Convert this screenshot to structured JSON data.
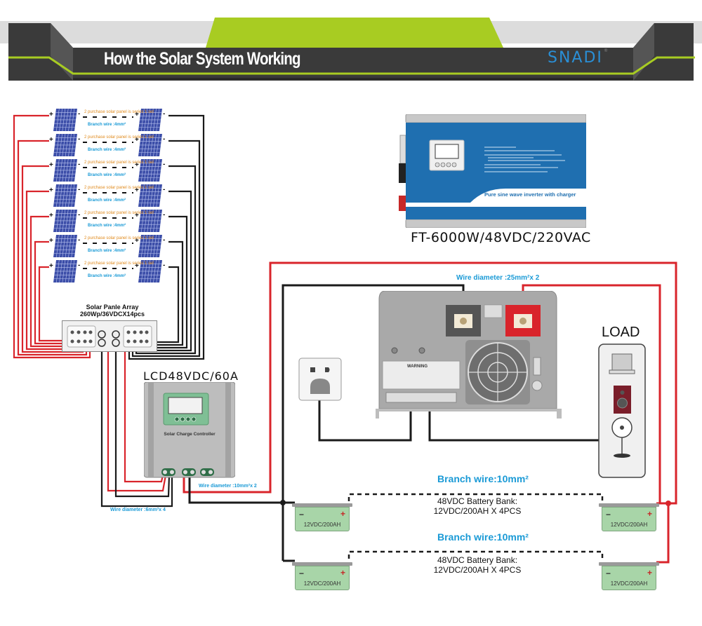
{
  "header": {
    "title": "How the Solar System Working",
    "brand": "SNADI",
    "brand_mark": "®",
    "colors": {
      "bar": "#3a3a3a",
      "accent": "#a8cc22",
      "brand": "#2a8fd6",
      "background": "#dcdcdc"
    }
  },
  "solar_array": {
    "rows": [
      {
        "series_note": "2 purchase solar panel is series 1 set",
        "branch_wire": "Branch wire :4mm²"
      },
      {
        "series_note": "2 purchase solar panel is series 1 set",
        "branch_wire": "Branch wire :4mm²"
      },
      {
        "series_note": "2 purchase solar panel is series 1 set",
        "branch_wire": "Branch wire :4mm²"
      },
      {
        "series_note": "2 purchase solar panel is series 1 set",
        "branch_wire": "Branch wire :4mm²"
      },
      {
        "series_note": "2 purchase solar panel is series 1 set",
        "branch_wire": "Branch wire :4mm²"
      },
      {
        "series_note": "2 purchase solar panel is series 1 set",
        "branch_wire": "Branch wire :4mm²"
      },
      {
        "series_note": "2 purchase solar panel is series 1 set",
        "branch_wire": "Branch wire :4mm²"
      }
    ],
    "plus_sign": "+",
    "minus_sign": "-",
    "title": "Solar Panle Array",
    "spec": "260Wp/36VDCX14pcs"
  },
  "charge_controller": {
    "model": "LCD48VDC/60A",
    "label": "Solar Charge Controller",
    "pv_wire": "Wire diameter :6mm²x 4",
    "battery_wire": "Wire diameter :10mm²x 2"
  },
  "inverter": {
    "front_label": "Pure sine wave inverter with charger",
    "model": "FT-6000W/48VDC/220VAC",
    "dc_wire": "Wire diameter :25mm²x 2",
    "rear_warning": "WARNING"
  },
  "load": {
    "title": "LOAD",
    "devices": [
      "computer-icon",
      "speaker-icon",
      "fan-icon"
    ]
  },
  "battery_bank": {
    "rows": [
      {
        "branch_wire": "Branch wire:10mm²",
        "bank_line1": "48VDC Battery Bank:",
        "bank_line2": "12VDC/200AH  X  4PCS"
      },
      {
        "branch_wire": "Branch wire:10mm²",
        "bank_line1": "48VDC Battery Bank:",
        "bank_line2": "12VDC/200AH  X  4PCS"
      }
    ],
    "battery_label": "12VDC/200AH",
    "plus": "+",
    "minus": "−"
  },
  "wire_colors": {
    "positive": "#d9242b",
    "negative": "#1a1a1a"
  }
}
